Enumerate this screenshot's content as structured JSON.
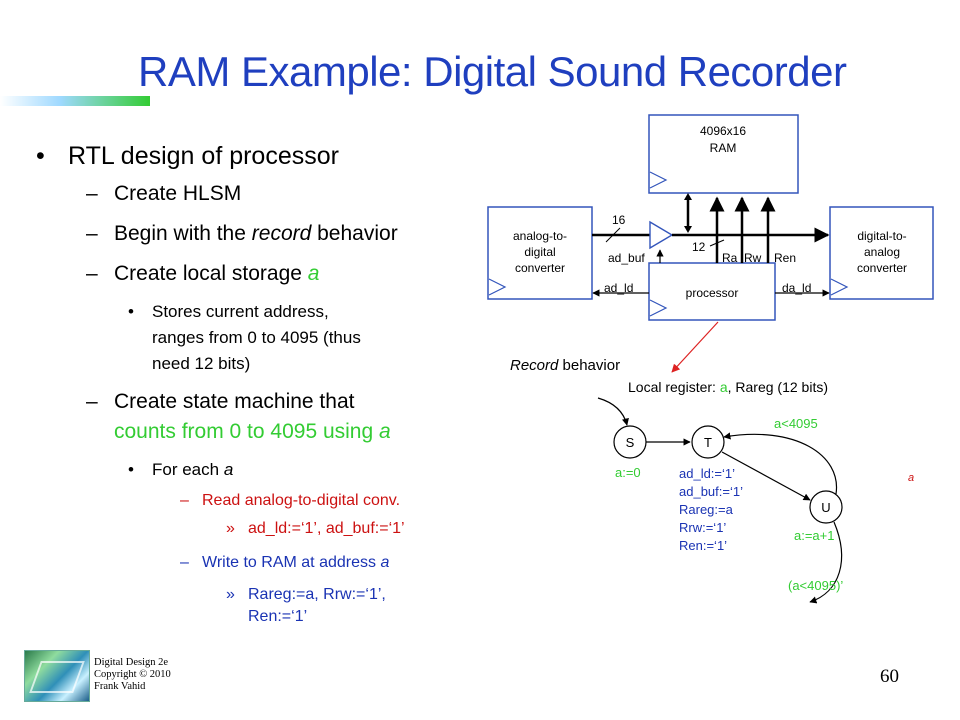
{
  "slide": {
    "title": "RAM Example: Digital Sound Recorder",
    "page_number": "60",
    "footer": [
      "Digital Design 2e",
      "Copyright © 2010",
      "Frank Vahid"
    ],
    "accent_color": "#33cc33",
    "title_color": "#1f3fbf"
  },
  "bullets": {
    "l1": "RTL design of processor",
    "l2a": "Create HLSM",
    "l2b_pre": "Begin with the ",
    "l2b_em": "record",
    "l2b_post": " behavior",
    "l2c_pre": "Create local storage ",
    "l2c_var": "a",
    "l3a_line1": "Stores current address,",
    "l3a_line2": "ranges from 0 to 4095 (thus",
    "l3a_line3": "need 12 bits)",
    "l2d_line1": "Create state machine that",
    "l2d_line2_pre": "counts from 0 to 4095 using ",
    "l2d_line2_var": "a",
    "l3b_pre": "For each ",
    "l3b_var": "a",
    "l4a": "Read analog-to-digital conv.",
    "l5a": "ad_ld:=‘1’, ad_buf:=‘1’",
    "l4b_pre": "Write to RAM at address ",
    "l4b_var": "a",
    "l5b_line1": "Rareg:=a, Rrw:=‘1’,",
    "l5b_line2": "Ren:=‘1’"
  },
  "diagram": {
    "ram": "4096x16",
    "ram2": "RAM",
    "adc1": "analog-to-",
    "adc2": "digital",
    "adc3": "converter",
    "dac1": "digital-to-",
    "dac2": "analog",
    "dac3": "converter",
    "proc": "processor",
    "w16": "16",
    "w12": "12",
    "ad_buf": "ad_buf",
    "ad_ld": "ad_ld",
    "da_ld": "da_ld",
    "ra": "Ra",
    "rw": "Rw",
    "ren": "Ren"
  },
  "fsm": {
    "behavior_em": "Record",
    "behavior_rest": " behavior",
    "local_pre": "Local register: ",
    "local_var": "a",
    "local_post": ", Rareg (12 bits)",
    "state_s": "S",
    "state_t": "T",
    "state_u": "U",
    "act_s": "a:=0",
    "act_t": [
      "ad_ld:=‘1’",
      "ad_buf:=‘1’",
      "Rareg:=a",
      "Rrw:=‘1’",
      "Ren:=‘1’"
    ],
    "act_u": "a:=a+1",
    "cond_lt": "a<4095",
    "cond_ge": "(a<4095)’",
    "stray": "a"
  }
}
